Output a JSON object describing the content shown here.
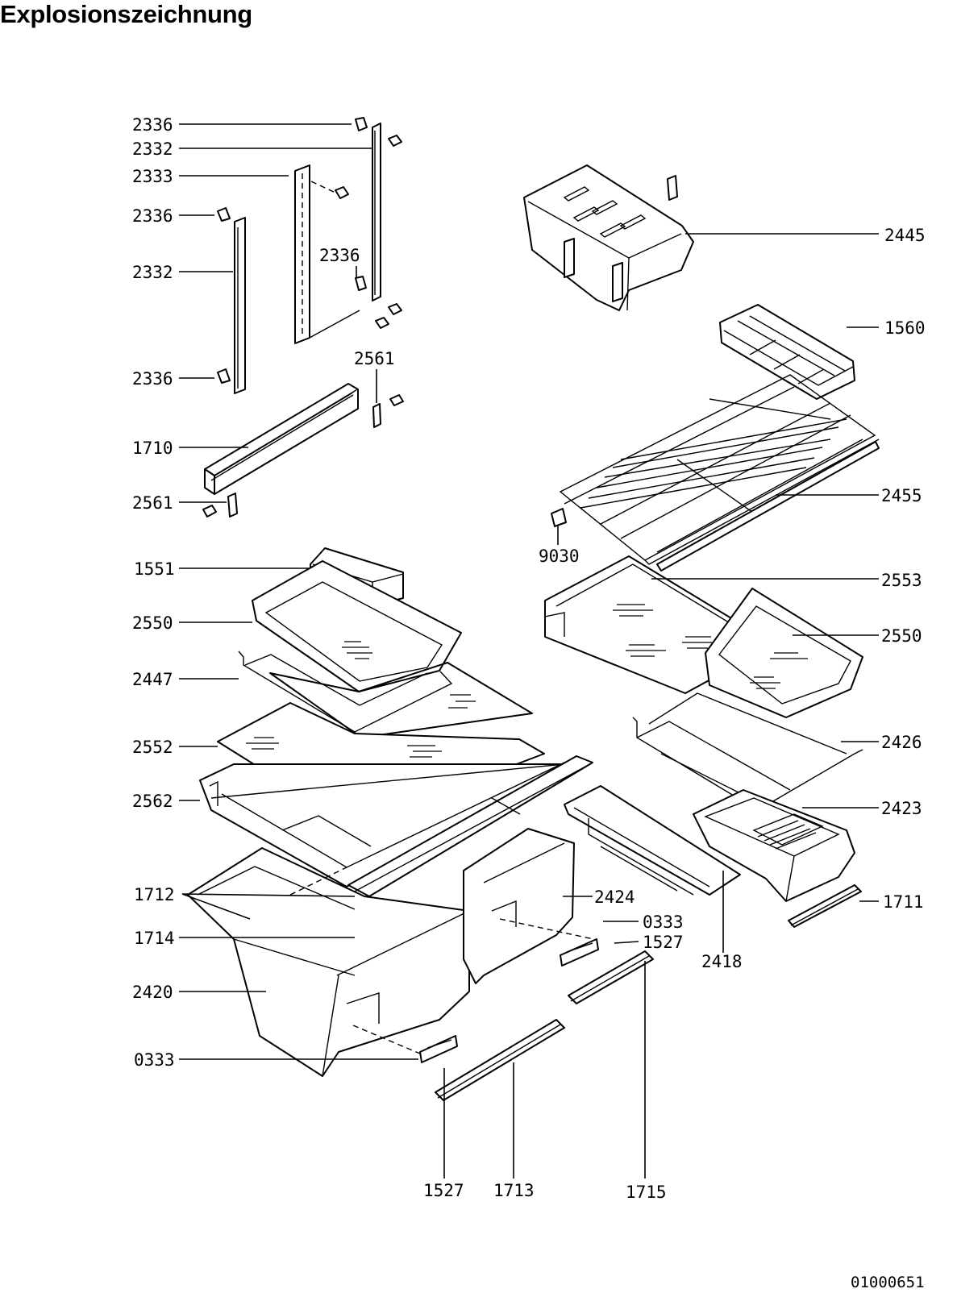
{
  "title": "Explosionszeichnung",
  "drawing_number": "01000651",
  "callouts": {
    "c2336_a": "2336",
    "c2332_a": "2332",
    "c2333": "2333",
    "c2336_b": "2336",
    "c2332_b": "2332",
    "c2336_c": "2336",
    "c2336_d": "2336",
    "c2561_a": "2561",
    "c1710": "1710",
    "c2561_b": "2561",
    "c1551": "1551",
    "c2550_a": "2550",
    "c2447": "2447",
    "c2552": "2552",
    "c2562": "2562",
    "c1712": "1712",
    "c1714": "1714",
    "c2420": "2420",
    "c0333_a": "0333",
    "c1527_a": "1527",
    "c1713": "1713",
    "c1715": "1715",
    "c2424": "2424",
    "c0333_b": "0333",
    "c1527_b": "1527",
    "c2418": "2418",
    "c1711": "1711",
    "c2423": "2423",
    "c2426": "2426",
    "c2550_b": "2550",
    "c2553": "2553",
    "c9030": "9030",
    "c2455": "2455",
    "c1560": "1560",
    "c2445": "2445"
  }
}
